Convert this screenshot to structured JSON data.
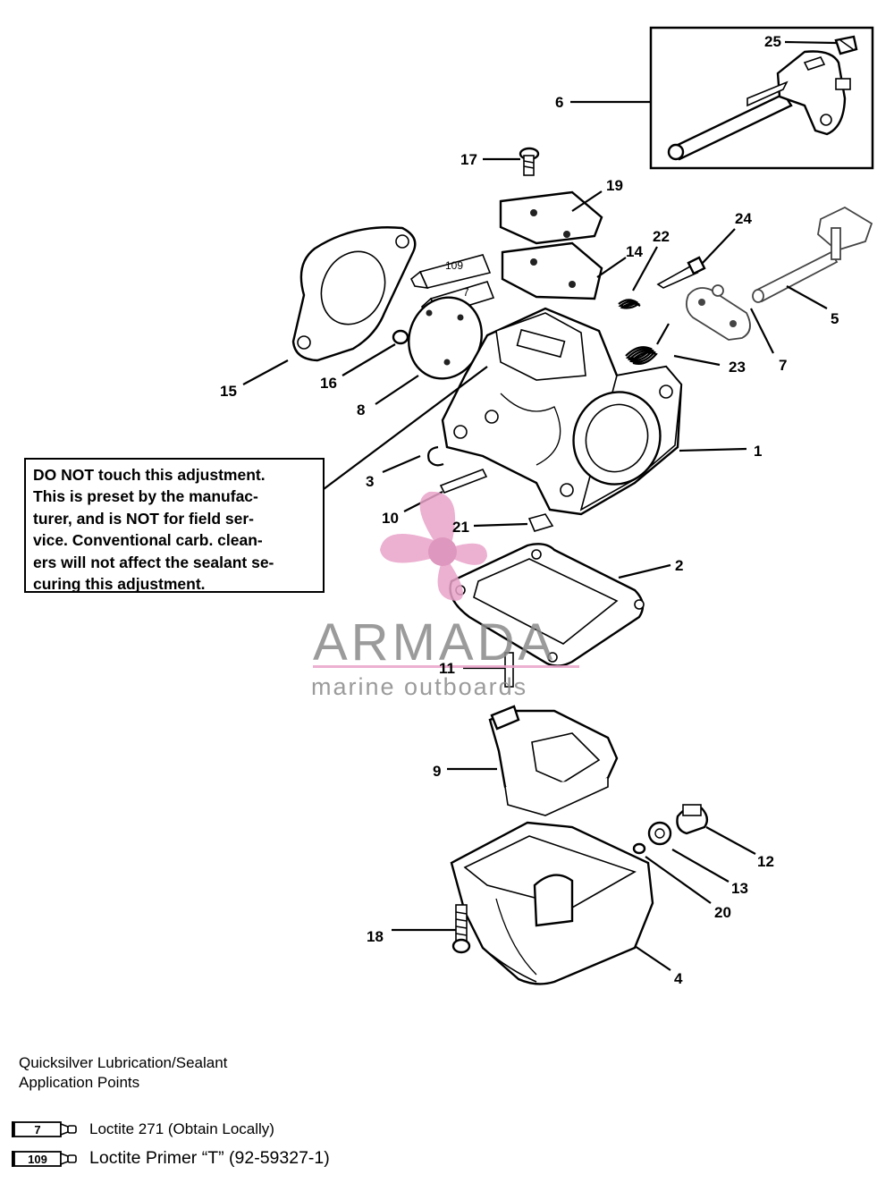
{
  "callouts": {
    "c1": "1",
    "c2": "2",
    "c3": "3",
    "c4": "4",
    "c5": "5",
    "c6": "6",
    "c7": "7",
    "c8": "8",
    "c9": "9",
    "c10": "10",
    "c11": "11",
    "c12": "12",
    "c13": "13",
    "c14": "14",
    "c15": "15",
    "c16": "16",
    "c17": "17",
    "c18": "18",
    "c19": "19",
    "c20": "20",
    "c21": "21",
    "c22": "22",
    "c23": "23",
    "c24": "24",
    "c25": "25"
  },
  "tube_labels": {
    "t109": "109",
    "t7": "7"
  },
  "note": {
    "lines": [
      "DO NOT touch this adjustment.",
      "This is preset by the manufac-",
      "turer, and is NOT for field ser-",
      "vice.  Conventional carb. clean-",
      "ers will not affect the sealant se-",
      "curing this adjustment."
    ]
  },
  "watermark": {
    "brand": "ARMADA",
    "tagline": "marine outboards",
    "color_primary": "#e9a3c9",
    "color_text": "#8a8a8a"
  },
  "legend": {
    "heading_line1": "Quicksilver Lubrication/Sealant",
    "heading_line2": "Application Points",
    "items": [
      {
        "code": "7",
        "text": "Loctite 271 (Obtain Locally)"
      },
      {
        "code": "109",
        "text": "Loctite  Primer “T” (92-59327-1)"
      }
    ]
  }
}
